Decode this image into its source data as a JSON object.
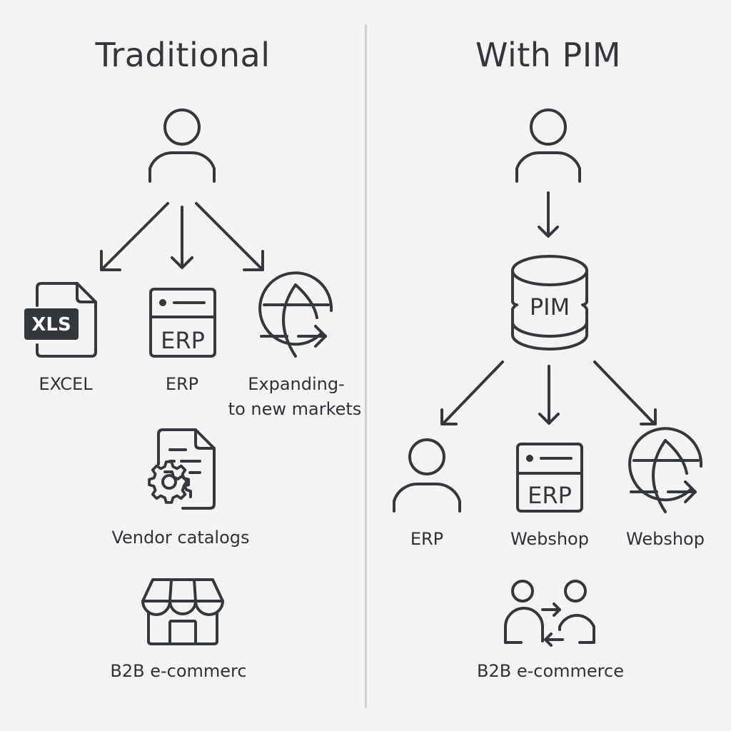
{
  "diagram": {
    "left": {
      "title": "Traditional",
      "source": {
        "icon": "user-icon"
      },
      "targets": [
        {
          "icon": "xls-file-icon",
          "badge": "XLS",
          "label": "EXCEL"
        },
        {
          "icon": "erp-server-icon",
          "badge": "ERP",
          "label": "ERP"
        },
        {
          "icon": "globe-arrow-icon",
          "label_line1": "Expanding-",
          "label_line2": "to new markets"
        }
      ],
      "extra": [
        {
          "icon": "document-gear-icon",
          "label": "Vendor catalogs"
        },
        {
          "icon": "storefront-icon",
          "label": "B2B e-commerc"
        }
      ]
    },
    "right": {
      "title": "With PIM",
      "source": {
        "icon": "user-icon"
      },
      "hub": {
        "icon": "database-icon",
        "label": "PIM"
      },
      "targets": [
        {
          "icon": "user-icon",
          "label": "ERP"
        },
        {
          "icon": "erp-server-icon",
          "badge": "ERP",
          "label": "Webshop"
        },
        {
          "icon": "globe-arrow-icon",
          "label": "Webshop"
        }
      ],
      "extra": [
        {
          "icon": "user-exchange-icon",
          "label": "B2B e-commerce"
        }
      ]
    }
  },
  "colors": {
    "background": "#f3f3f3",
    "stroke": "#34383d",
    "divider": "#cfcfcf"
  }
}
